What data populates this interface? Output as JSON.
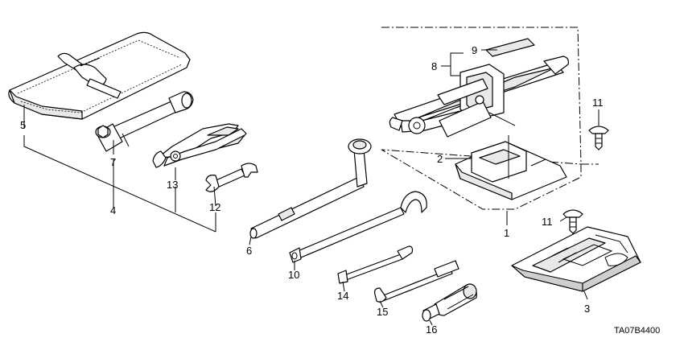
{
  "diagram_code": "TA07B4400",
  "callouts": {
    "c1": "1",
    "c2": "2",
    "c3": "3",
    "c4": "4",
    "c5": "5",
    "c6": "6",
    "c7": "7",
    "c8": "8",
    "c9": "9",
    "c10": "10",
    "c11a": "11",
    "c11b": "11",
    "c12": "12",
    "c13": "13",
    "c14": "14",
    "c15": "15",
    "c16": "16"
  }
}
